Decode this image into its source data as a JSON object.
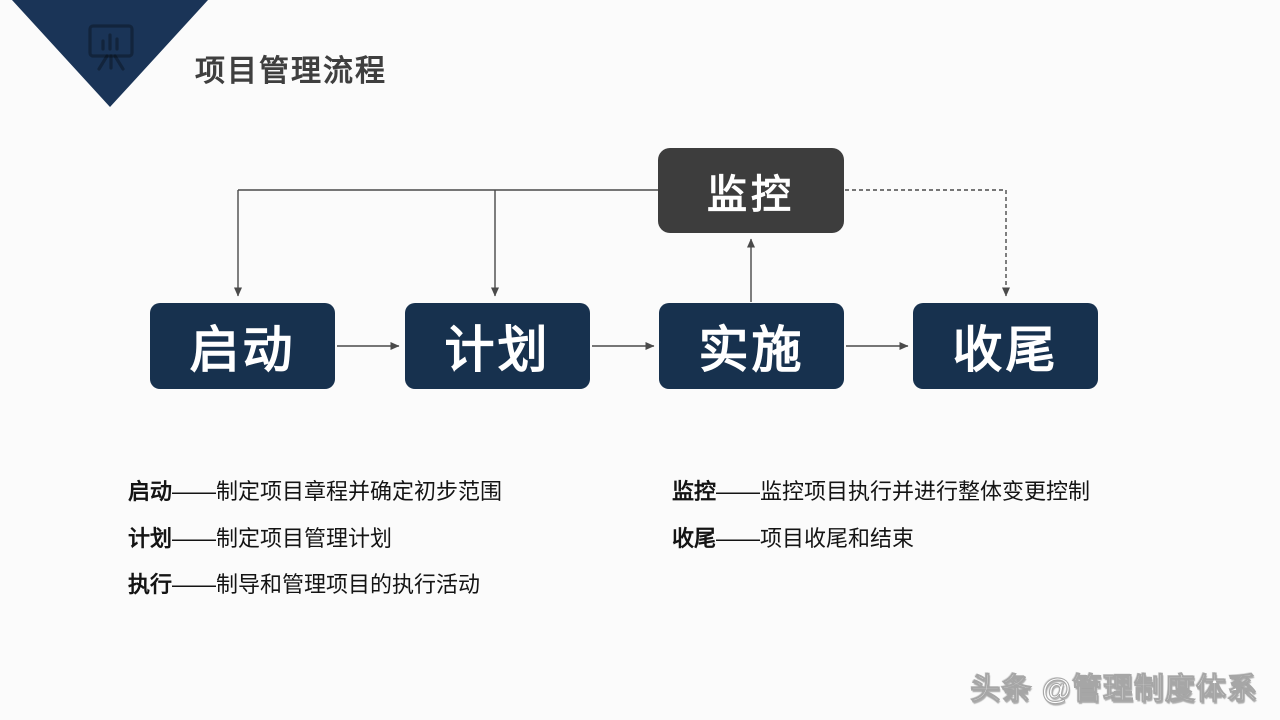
{
  "slide": {
    "title": "项目管理流程",
    "watermark": "头条 @管理制度体系"
  },
  "flow": {
    "monitor": {
      "label": "监控"
    },
    "stages": [
      {
        "label": "启动"
      },
      {
        "label": "计划"
      },
      {
        "label": "实施"
      },
      {
        "label": "收尾"
      }
    ]
  },
  "definitions": {
    "left": [
      {
        "term": "启动",
        "dash": "——",
        "desc": "制定项目章程并确定初步范围"
      },
      {
        "term": "计划",
        "dash": "——",
        "desc": "制定项目管理计划"
      },
      {
        "term": "执行",
        "dash": "——",
        "desc": "制导和管理项目的执行活动"
      }
    ],
    "right": [
      {
        "term": "监控",
        "dash": "——",
        "desc": "监控项目执行并进行整体变更控制"
      },
      {
        "term": "收尾",
        "dash": "——",
        "desc": "项目收尾和结束"
      }
    ]
  },
  "colors": {
    "stage_box": "#17314e",
    "monitor_box": "#3d3d3d",
    "pennant": "#1a3457",
    "connector_line": "#4a4a4a",
    "title_text": "#3f3f3f",
    "background": "#fbfbfb"
  },
  "icons": {
    "pennant_icon": "presentation-bar-chart-easel-icon"
  }
}
